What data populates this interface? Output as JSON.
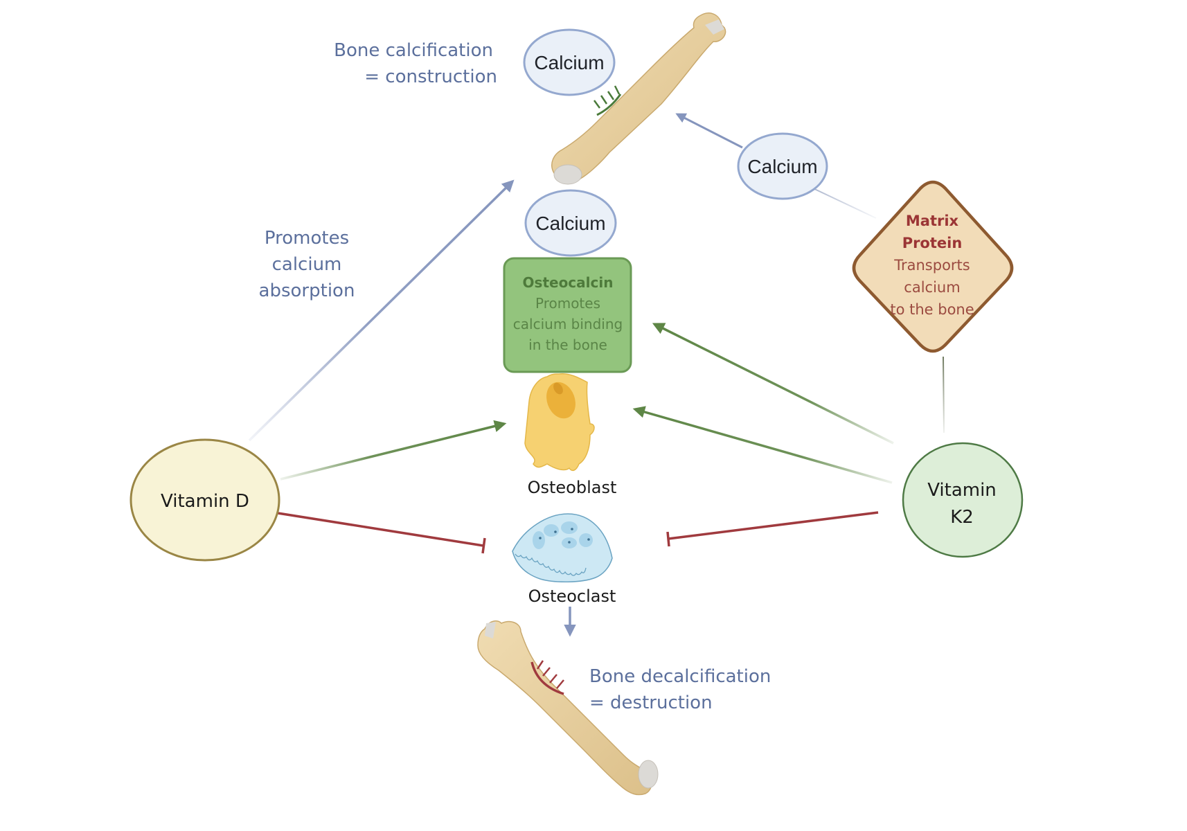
{
  "labels": {
    "calcification_line1": "Bone calcification",
    "calcification_line2": "= construction",
    "absorption_line1": "Promotes",
    "absorption_line2": "calcium",
    "absorption_line3": "absorption",
    "decalcification_line1": "Bone decalcification",
    "decalcification_line2": "= destruction",
    "osteoblast": "Osteoblast",
    "osteoclast": "Osteoclast"
  },
  "nodes": {
    "calcium_top": "Calcium",
    "calcium_middle": "Calcium",
    "calcium_right": "Calcium",
    "osteocalcin": {
      "title": "Osteocalcin",
      "line1": "Promotes",
      "line2": "calcium binding",
      "line3": "in the bone"
    },
    "matrix_protein": {
      "title1": "Matrix",
      "title2": "Protein",
      "line1": "Transports",
      "line2": "calcium",
      "line3": "to the bone"
    },
    "vitamin_d": "Vitamin D",
    "vitamin_k2": {
      "line1": "Vitamin",
      "line2": "K2"
    }
  },
  "edges": [
    {
      "from": "Vitamin D",
      "to": "Bone (calcification)",
      "type": "activation"
    },
    {
      "from": "Vitamin D",
      "to": "Osteoblast",
      "type": "activation"
    },
    {
      "from": "Vitamin D",
      "to": "Osteoclast",
      "type": "inhibition"
    },
    {
      "from": "Vitamin K2",
      "to": "Osteocalcin",
      "type": "activation"
    },
    {
      "from": "Vitamin K2",
      "to": "Osteoblast",
      "type": "activation"
    },
    {
      "from": "Vitamin K2",
      "to": "Osteoclast",
      "type": "inhibition"
    },
    {
      "from": "Vitamin K2",
      "to": "Matrix Protein",
      "type": "link"
    },
    {
      "from": "Matrix Protein",
      "to": "Calcium",
      "type": "link"
    },
    {
      "from": "Calcium",
      "to": "Bone (calcification)",
      "type": "activation"
    },
    {
      "from": "Osteoclast",
      "to": "Bone (decalcification)",
      "type": "activation"
    }
  ],
  "colors": {
    "blue_text": "#5b6f9c",
    "blue_arrow": "#8595bd",
    "green_arrow": "#5e8646",
    "red_inhibit": "#a03a3e",
    "calcium_fill": "#eaf0f8",
    "calcium_stroke": "#94a8cf",
    "osteocalcin_fill": "#93c47d",
    "osteocalcin_stroke": "#6a9a55",
    "matrix_fill": "#f2dcb8",
    "matrix_stroke": "#8e5a30",
    "vitd_fill": "#f8f3d6",
    "vitd_stroke": "#9a8645",
    "vitk_fill": "#ddeed8",
    "vitk_stroke": "#4e7a45",
    "bone": "#e8cf9e"
  }
}
